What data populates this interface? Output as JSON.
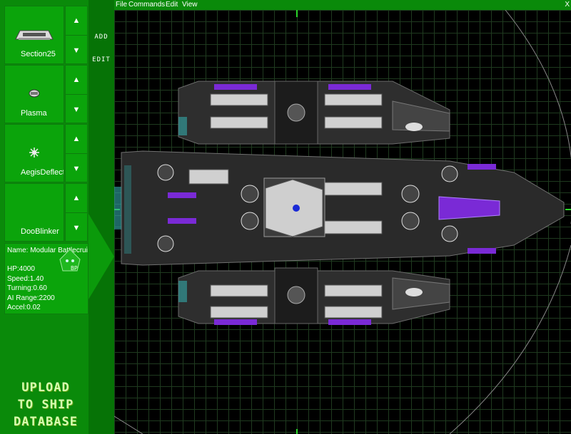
{
  "menu": {
    "file": "File",
    "commands": "Commands",
    "edit": "Edit",
    "view": "View",
    "close": "X"
  },
  "slots": [
    {
      "label": "Section25",
      "icon": "ship-section-icon"
    },
    {
      "label": "Plasma",
      "icon": "plasma-weapon-icon"
    },
    {
      "label": "AegisDeflecto",
      "icon": "deflector-icon"
    },
    {
      "label": "DooBlinker",
      "icon": "blinker-icon"
    }
  ],
  "arrows": {
    "up": "▲",
    "down": "▼"
  },
  "side_buttons": {
    "add": "ADD",
    "edit": "EDIT"
  },
  "ship_info": {
    "name": "Name: Modular Battlecruiser Mk",
    "hp": "HP:4000",
    "speed": "Speed:1.40",
    "turning": "Turning:0.60",
    "ai_range": "AI Range:2200",
    "accel": "Accel:0.02",
    "badge": "BP"
  },
  "upload": {
    "line1": "UPLOAD",
    "line2": "TO SHIP",
    "line3": "DATABASE"
  },
  "colors": {
    "panel": "#0a8a0a",
    "grid": "#1f3a1f",
    "hull": "#3a3a3a",
    "accent": "#7a2ad6",
    "axis": "#2ad62a"
  }
}
